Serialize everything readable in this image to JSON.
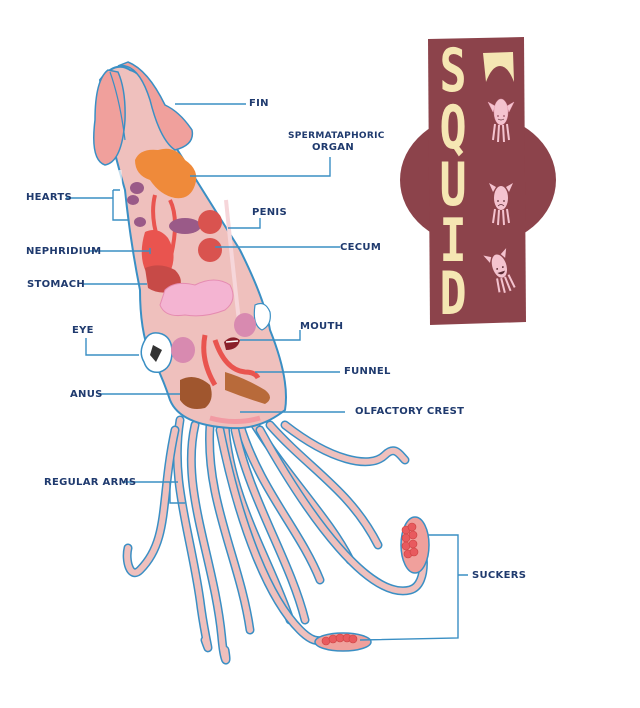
{
  "title": {
    "text": "SQUID",
    "letters": [
      "S",
      "Q",
      "U",
      "I",
      "D"
    ],
    "panel_color": "#8c434b",
    "letter_color": "#f5e6b3",
    "mini_squid_faces": [
      "smiling",
      "frowning",
      "laughing"
    ]
  },
  "colors": {
    "outline": "#3a8fc4",
    "label_text": "#1f3a6e",
    "body_fill": "#efc0bd",
    "fin_fill": "#f0a09c",
    "organ_red": "#e9544f",
    "organ_orange": "#ef8a3a",
    "organ_purple": "#9a5a88",
    "organ_pink": "#f4b4d2",
    "sucker_red": "#e85a5e"
  },
  "labels": {
    "fin": "FIN",
    "spermataphoric_organ_line1": "SPERMATAPHORIC",
    "spermataphoric_organ_line2": "ORGAN",
    "hearts": "HEARTS",
    "penis": "PENIS",
    "nephridium": "NEPHRIDIUM",
    "cecum": "CECUM",
    "stomach": "STOMACH",
    "eye": "EYE",
    "mouth": "MOUTH",
    "funnel": "FUNNEL",
    "anus": "ANUS",
    "olfactory_crest": "OLFACTORY CREST",
    "regular_arms": "REGULAR ARMS",
    "suckers": "SUCKERS"
  }
}
